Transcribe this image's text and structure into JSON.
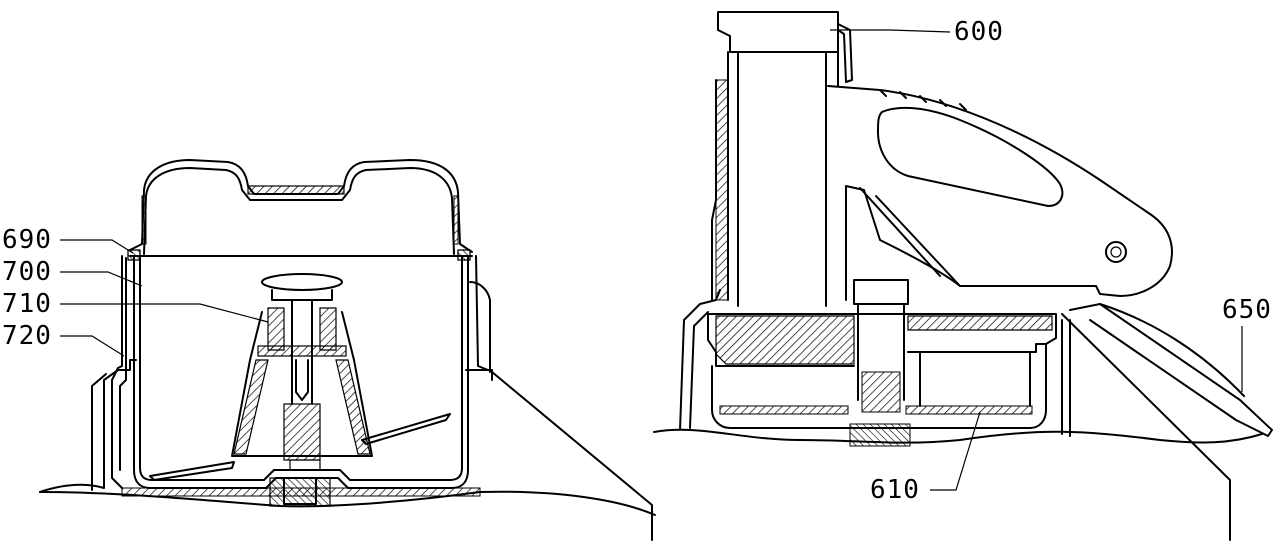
{
  "figure": {
    "left_view": {
      "labels": {
        "ref_690": "690",
        "ref_700": "700",
        "ref_710": "710",
        "ref_720": "720"
      }
    },
    "right_view": {
      "labels": {
        "ref_600": "600",
        "ref_610": "610",
        "ref_650": "650"
      }
    }
  }
}
